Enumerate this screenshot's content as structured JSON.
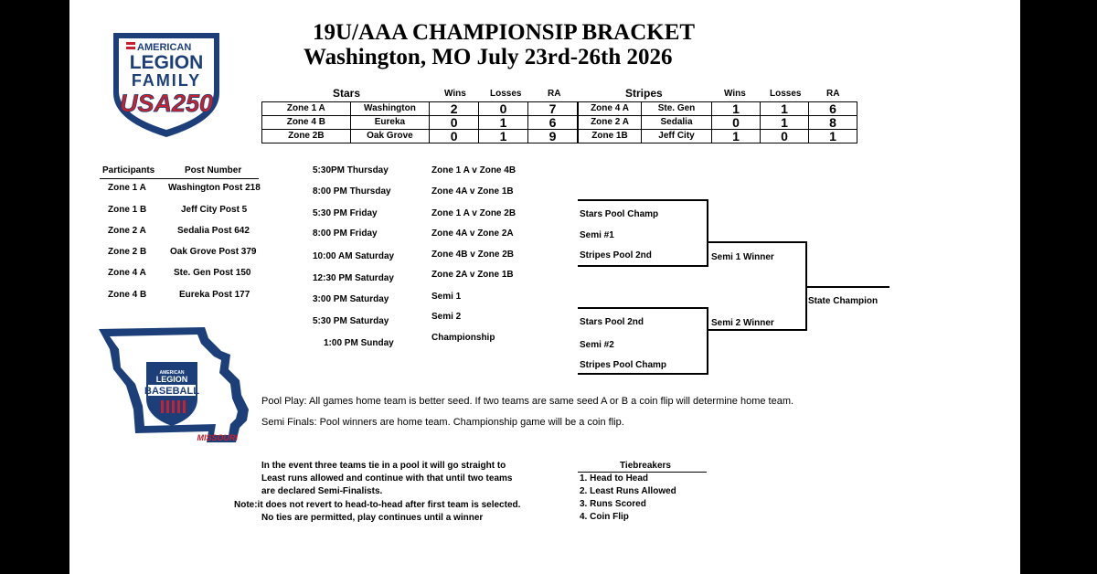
{
  "title": {
    "line1": "19U/AAA CHAMPIONSIP BRACKET",
    "line2": "Washington, MO July 23rd-26th 2026"
  },
  "logo_top": {
    "word1": "AMERICAN",
    "word2": "LEGION",
    "word3": "FAMILY",
    "word4": "USA250"
  },
  "logo_bottom": {
    "small": "AMERICAN",
    "word1": "LEGION",
    "word2": "BASEBALL",
    "state": "MISSOURI"
  },
  "stars": {
    "header": "Stars",
    "col_wins": "Wins",
    "col_losses": "Losses",
    "col_ra": "RA",
    "rows": [
      {
        "zone": "Zone 1 A",
        "team": "Washington",
        "wins": "2",
        "losses": "0",
        "ra": "7"
      },
      {
        "zone": "Zone 4 B",
        "team": "Eureka",
        "wins": "0",
        "losses": "1",
        "ra": "6"
      },
      {
        "zone": "Zone 2B",
        "team": "Oak Grove",
        "wins": "0",
        "losses": "1",
        "ra": "9"
      }
    ]
  },
  "stripes": {
    "header": "Stripes",
    "col_wins": "Wins",
    "col_losses": "Losses",
    "col_ra": "RA",
    "rows": [
      {
        "zone": "Zone 4 A",
        "team": "Ste. Gen",
        "wins": "1",
        "losses": "1",
        "ra": "6"
      },
      {
        "zone": "Zone 2 A",
        "team": "Sedalia",
        "wins": "0",
        "losses": "1",
        "ra": "8"
      },
      {
        "zone": "Zone 1B",
        "team": "Jeff City",
        "wins": "1",
        "losses": "0",
        "ra": "1"
      }
    ]
  },
  "participants": {
    "col1": "Participants",
    "col2": "Post Number",
    "rows": [
      {
        "zone": "Zone 1 A",
        "post": "Washington Post 218"
      },
      {
        "zone": "Zone 1 B",
        "post": "Jeff City Post 5"
      },
      {
        "zone": "Zone 2 A",
        "post": "Sedalia Post 642"
      },
      {
        "zone": "Zone 2 B",
        "post": "Oak Grove Post 379"
      },
      {
        "zone": "Zone 4 A",
        "post": "Ste. Gen Post 150"
      },
      {
        "zone": "Zone 4 B",
        "post": "Eureka Post 177"
      }
    ]
  },
  "schedule": [
    {
      "time": "5:30PM  Thursday",
      "game": "Zone 1 A v Zone 4B"
    },
    {
      "time": "8:00 PM Thursday",
      "game": "Zone 4A v Zone 1B"
    },
    {
      "time": "5:30 PM Friday",
      "game": "Zone 1 A v Zone 2B"
    },
    {
      "time": "8:00 PM Friday",
      "game": "Zone 4A v Zone 2A"
    },
    {
      "time": "10:00 AM Saturday",
      "game": "Zone 4B v Zone 2B"
    },
    {
      "time": "12:30 PM Saturday",
      "game": "Zone 2A v Zone 1B"
    },
    {
      "time": "3:00 PM Saturday",
      "game": "Semi 1"
    },
    {
      "time": "5:30 PM Saturday",
      "game": "Semi 2"
    },
    {
      "time": "1:00 PM Sunday",
      "game": "Championship"
    }
  ],
  "bracket": {
    "top1": "Stars Pool Champ",
    "top2": "Semi #1",
    "top3": "Stripes Pool 2nd",
    "bot1": "Stars Pool 2nd",
    "bot2": "Semi #2",
    "bot3": "Stripes Pool Champ",
    "semi1": "Semi 1 Winner",
    "semi2": "Semi 2 Winner",
    "champ": "State Champion"
  },
  "notes": {
    "pool_play": "Pool Play: All games home team is better seed. If two teams are same seed A or B a coin flip will determine home team.",
    "semi_finals": "Semi Finals: Pool winners are home team. Championship game will be a coin flip.",
    "tie1": "In the event three teams tie in a pool it will go straight to",
    "tie2": "Least runs allowed and continue with that until two teams",
    "tie3": "are declared Semi-Finalists.",
    "tie4": "Note:it does not revert to head-to-head after first team is selected.",
    "tie5": "No ties are permitted, play continues until a winner"
  },
  "tiebreakers": {
    "title": "Tiebreakers",
    "items": [
      "1. Head to Head",
      "2. Least Runs Allowed",
      "3. Runs Scored",
      "4. Coin Flip"
    ]
  },
  "colors": {
    "navy": "#1c3f7a",
    "red": "#c8202f"
  }
}
